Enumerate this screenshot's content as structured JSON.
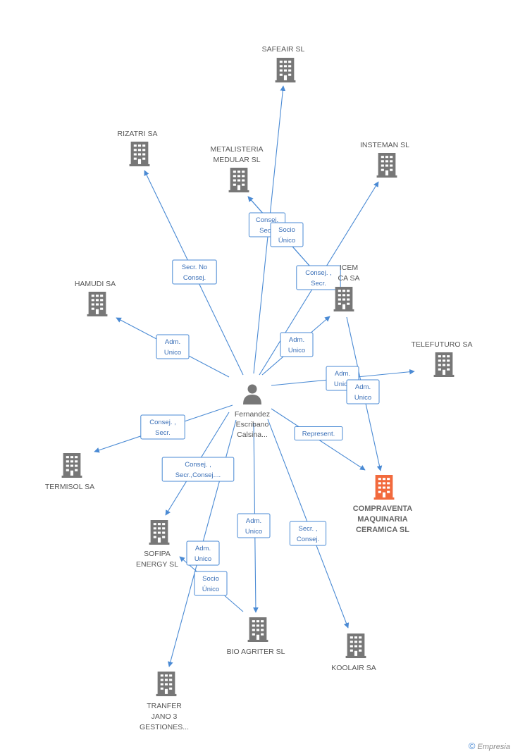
{
  "center": {
    "label_lines": [
      "Fernandez",
      "Escribano",
      "Calsina..."
    ],
    "icon": "person-icon"
  },
  "nodes": [
    {
      "id": "safeair",
      "label_lines": [
        "SAFEAIR SL"
      ],
      "icon": "building-icon",
      "color": "#777777"
    },
    {
      "id": "rizatri",
      "label_lines": [
        "RIZATRI SA"
      ],
      "icon": "building-icon",
      "color": "#777777"
    },
    {
      "id": "metalisteria",
      "label_lines": [
        "METALISTERIA",
        "MEDULAR  SL"
      ],
      "icon": "building-icon",
      "color": "#777777"
    },
    {
      "id": "insteman",
      "label_lines": [
        "INSTEMAN SL"
      ],
      "icon": "building-icon",
      "color": "#777777"
    },
    {
      "id": "hamudi",
      "label_lines": [
        "HAMUDI SA"
      ],
      "icon": "building-icon",
      "color": "#777777"
    },
    {
      "id": "ricem",
      "label_lines": [
        "ICEM",
        "CA SA"
      ],
      "icon": "building-icon",
      "color": "#777777"
    },
    {
      "id": "telefuturo",
      "label_lines": [
        "TELEFUTURO SA"
      ],
      "icon": "building-icon",
      "color": "#777777"
    },
    {
      "id": "termisol",
      "label_lines": [
        "TERMISOL SA"
      ],
      "icon": "building-icon",
      "color": "#777777"
    },
    {
      "id": "compraventa",
      "label_lines": [
        "COMPRAVENTA",
        "MAQUINARIA",
        "CERAMICA SL"
      ],
      "icon": "building-icon",
      "color": "#f26a3d",
      "main": true
    },
    {
      "id": "sofipa",
      "label_lines": [
        "SOFIPA",
        "ENERGY  SL"
      ],
      "icon": "building-icon",
      "color": "#777777"
    },
    {
      "id": "bioagriter",
      "label_lines": [
        "BIO AGRITER  SL"
      ],
      "icon": "building-icon",
      "color": "#777777"
    },
    {
      "id": "koolair",
      "label_lines": [
        "KOOLAIR SA"
      ],
      "icon": "building-icon",
      "color": "#777777"
    },
    {
      "id": "tranfer",
      "label_lines": [
        "TRANFER",
        "JANO 3",
        "GESTIONES..."
      ],
      "icon": "building-icon",
      "color": "#777777"
    }
  ],
  "edges": [
    {
      "to": "safeair",
      "label_lines": []
    },
    {
      "to": "rizatri",
      "label_lines": [
        "Secr.  No",
        "Consej."
      ]
    },
    {
      "to": "metalisteria",
      "label_lines": [
        "Consej.",
        "Secr."
      ]
    },
    {
      "to": "metalisteria",
      "label_lines": [
        "Socio",
        "Único"
      ]
    },
    {
      "to": "insteman",
      "label_lines": [
        "Consej. ,",
        "Secr."
      ]
    },
    {
      "to": "hamudi",
      "label_lines": [
        "Adm.",
        "Unico"
      ]
    },
    {
      "to": "ricem",
      "label_lines": [
        "Adm.",
        "Unico"
      ]
    },
    {
      "to": "telefuturo",
      "label_lines": [
        "Adm.",
        "Unico"
      ]
    },
    {
      "from": "ricem",
      "to": "compraventa",
      "label_lines": [
        "Adm.",
        "Unico"
      ]
    },
    {
      "to": "compraventa",
      "label_lines": [
        "Represent."
      ]
    },
    {
      "to": "termisol",
      "label_lines": [
        "Consej. ,",
        "Secr."
      ]
    },
    {
      "to": "sofipa",
      "label_lines": [
        "Consej. ,",
        "Secr.,Consej...."
      ]
    },
    {
      "to": "sofipa",
      "label_lines": [
        "Adm.",
        "Unico"
      ]
    },
    {
      "to": "tranfer",
      "label_lines": [
        "Socio",
        "Único"
      ]
    },
    {
      "to": "bioagriter",
      "label_lines": [
        "Adm.",
        "Unico"
      ]
    },
    {
      "to": "koolair",
      "label_lines": [
        "Secr. ,",
        "Consej."
      ]
    }
  ],
  "footer": {
    "copyright": "©",
    "brand": "Empresia"
  },
  "colors": {
    "edge": "#4a8ad4",
    "building": "#777777",
    "main_building": "#f26a3d",
    "person": "#777777"
  }
}
